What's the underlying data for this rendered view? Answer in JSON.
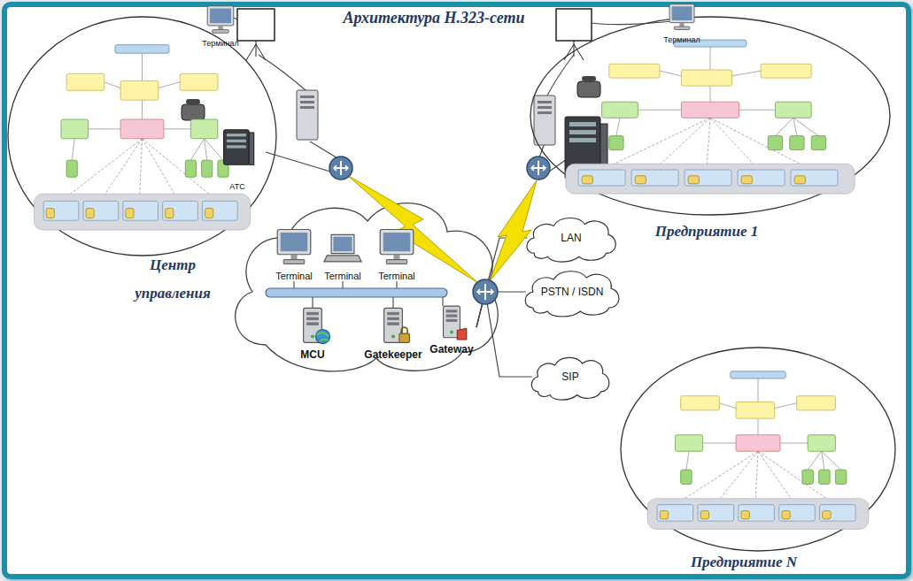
{
  "diagram": {
    "title": "Архитектура H.323-сети",
    "nodes": [
      {
        "text": [
          "Центр управления"
        ]
      },
      {
        "text": [
          "Терминал"
        ]
      },
      {
        "text": [
          "АТС"
        ],
        "in": 0
      },
      {
        "text": [
          "Предприятие 1"
        ]
      },
      {
        "text": [
          "Терминал"
        ]
      },
      {
        "text": [
          "Terminal"
        ]
      },
      {
        "text": [
          "Terminal"
        ]
      },
      {
        "text": [
          "Terminal"
        ]
      },
      {
        "text": [
          "MCU"
        ]
      },
      {
        "text": [
          "Gatekeeper"
        ]
      },
      {
        "text": [
          "Gateway"
        ]
      },
      {
        "text": [
          "LAN"
        ]
      },
      {
        "text": [
          "PSTN / ISDN"
        ]
      },
      {
        "text": [
          "SIP"
        ]
      },
      {
        "text": [
          "Предприятие N"
        ]
      }
    ],
    "edges": [
      {
        "from": 10,
        "to": 11,
        "arrow": "none"
      },
      {
        "from": 10,
        "to": 12,
        "arrow": "none"
      },
      {
        "from": 10,
        "to": 13,
        "arrow": "none"
      }
    ]
  }
}
